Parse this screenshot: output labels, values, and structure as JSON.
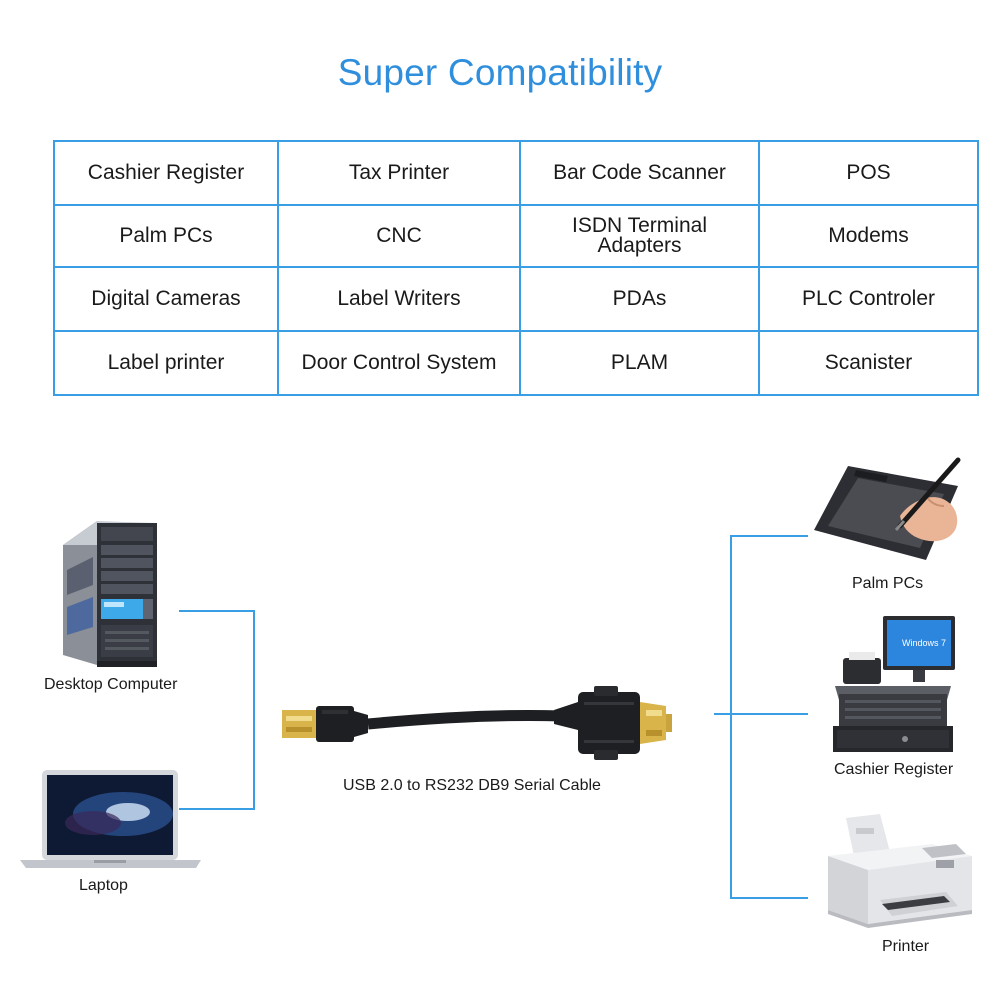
{
  "title": "Super Compatibility",
  "compat_rows": [
    [
      "Cashier Register",
      "Tax Printer",
      "Bar Code Scanner",
      "POS"
    ],
    [
      "Palm PCs",
      "CNC",
      "ISDN Terminal Adapters",
      "Modems"
    ],
    [
      "Digital Cameras",
      "Label Writers",
      "PDAs",
      "PLC Controler"
    ],
    [
      "Label printer",
      "Door Control System",
      "PLAM",
      "Scanister"
    ]
  ],
  "hosts": {
    "desktop": "Desktop Computer",
    "laptop": "Laptop"
  },
  "cable": "USB 2.0 to RS232 DB9 Serial Cable",
  "devices": {
    "palm": "Palm PCs",
    "cashier": "Cashier Register",
    "printer": "Printer"
  },
  "brand_marks": {
    "windows_screen": "Windows 7"
  },
  "colors": {
    "accent": "#2f8fdd",
    "border": "#3a9ee4"
  }
}
